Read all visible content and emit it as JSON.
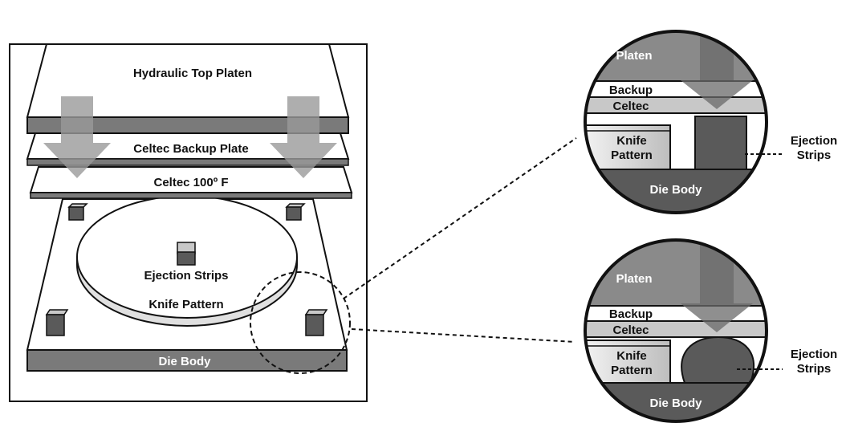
{
  "main_diagram": {
    "top_platen": "Hydraulic Top Platen",
    "backup_plate": "Celtec Backup Plate",
    "celtec_plate": "Celtec 100º F",
    "ejection_strips": "Ejection Strips",
    "knife_pattern": "Knife Pattern",
    "die_body": "Die Body"
  },
  "detail_top": {
    "platen": "Platen",
    "backup": "Backup",
    "celtec": "Celtec",
    "knife_line1": "Knife",
    "knife_line2": "Pattern",
    "die_body": "Die Body",
    "ejection_line1": "Ejection",
    "ejection_line2": "Strips",
    "strip_shape": "square"
  },
  "detail_bottom": {
    "platen": "Platen",
    "backup": "Backup",
    "celtec": "Celtec",
    "knife_line1": "Knife",
    "knife_line2": "Pattern",
    "die_body": "Die Body",
    "ejection_line1": "Ejection",
    "ejection_line2": "Strips",
    "strip_shape": "rounded"
  },
  "colors": {
    "platen_gray": "#8a8a8a",
    "dark_gray": "#5a5a5a",
    "light_gray": "#c8c8c8",
    "arrow_gray": "#9a9a9a",
    "outline": "#111111"
  }
}
